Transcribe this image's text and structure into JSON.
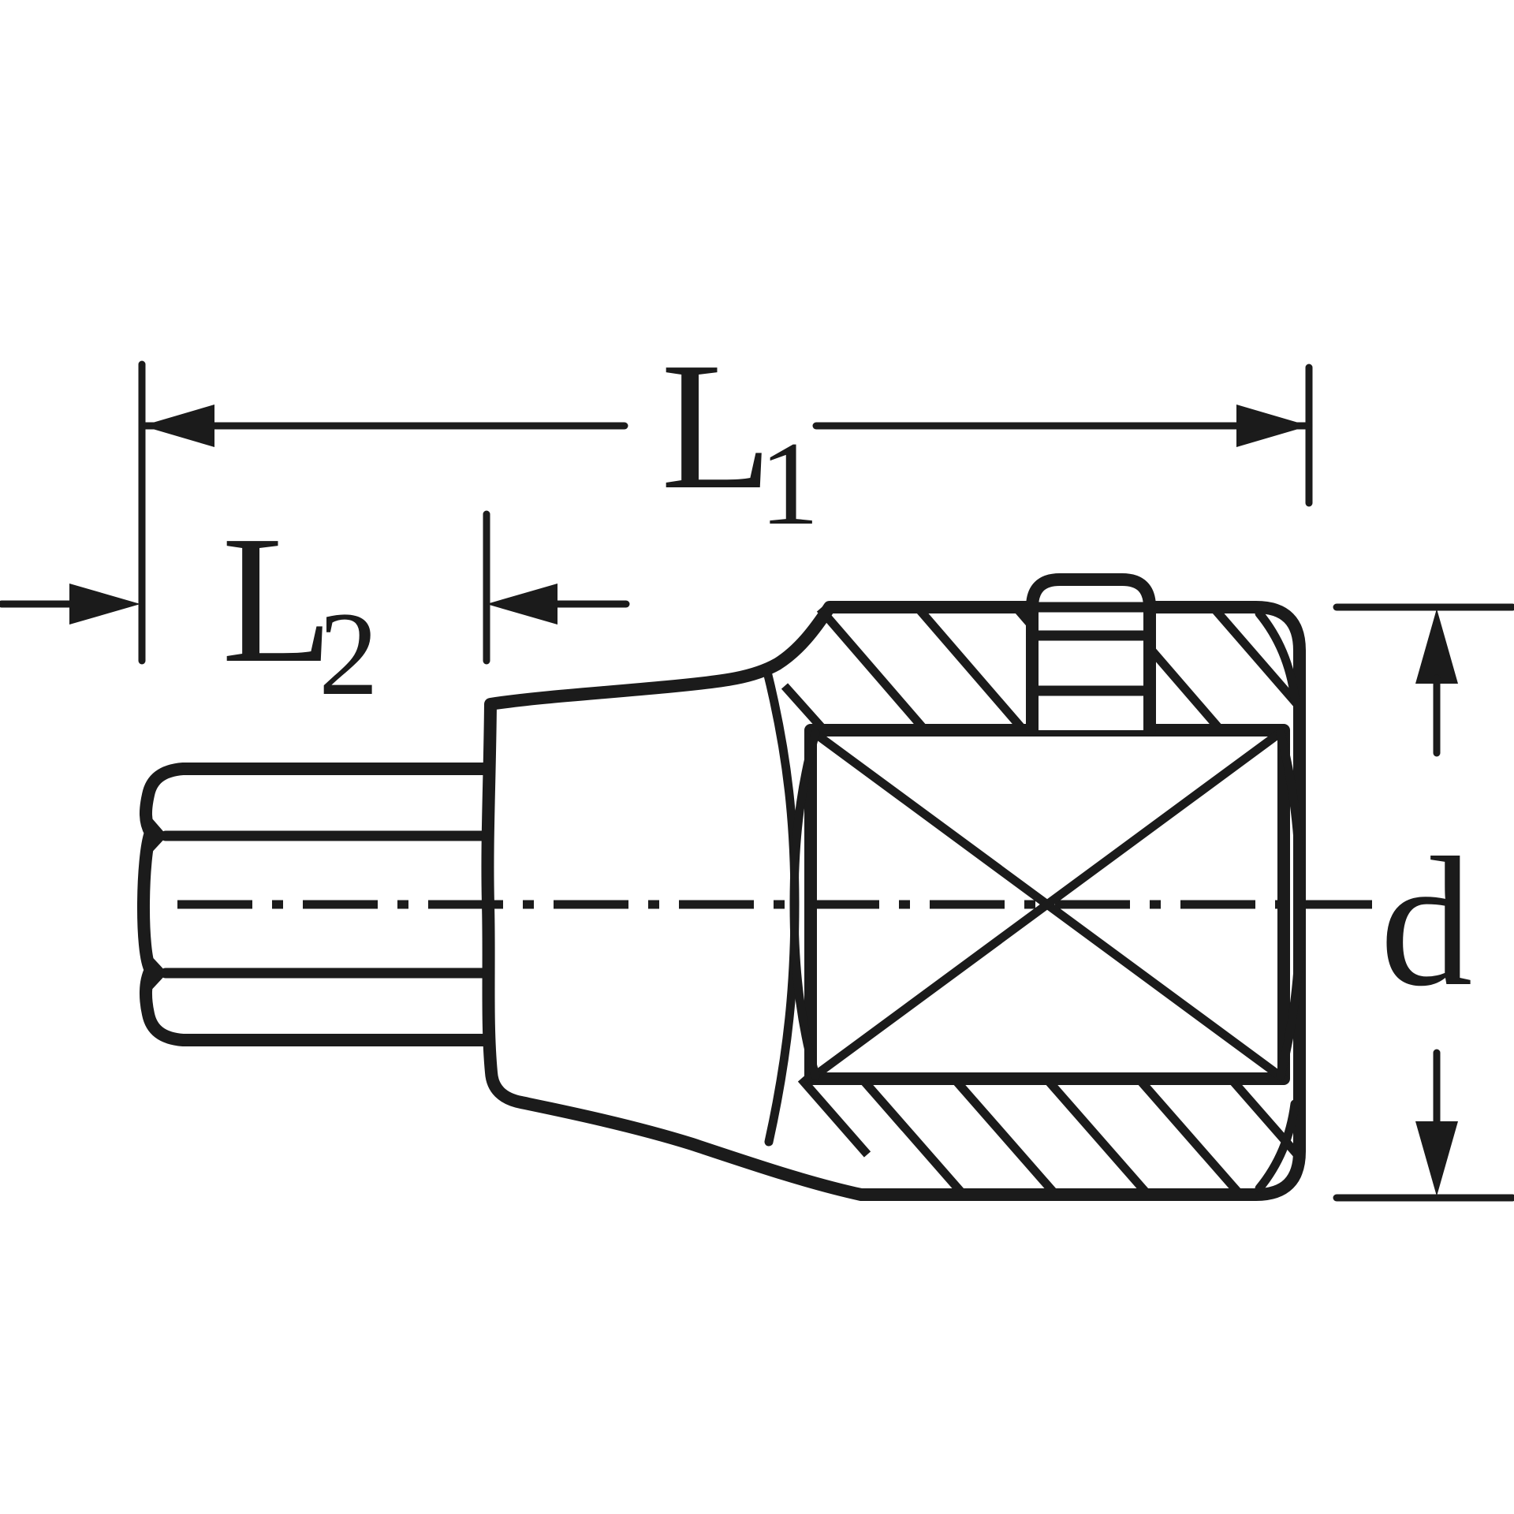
{
  "drawing": {
    "background_color": "#ffffff",
    "line_color": "#1b1b1b",
    "dimensions": {
      "l1": {
        "letter": "L",
        "subscript": "1"
      },
      "l2": {
        "letter": "L",
        "subscript": "2"
      },
      "d": {
        "letter": "d"
      }
    }
  }
}
